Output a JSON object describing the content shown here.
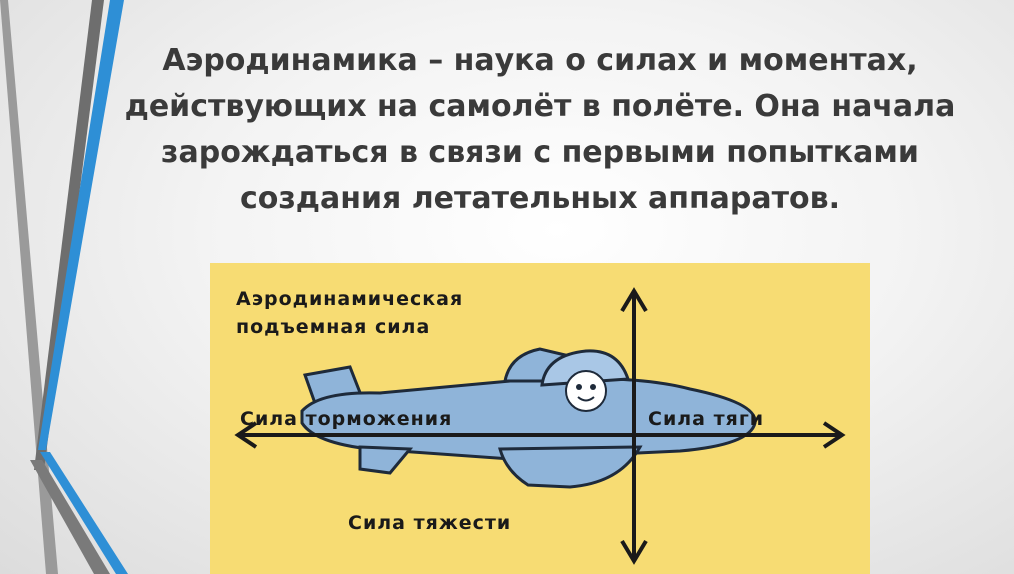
{
  "slide": {
    "text_lines": [
      "Аэродинамика – наука о силах и моментах,",
      "действующих на самолёт в полёте. Она начала",
      "зарождаться в связи с первыми попытками",
      "создания летательных аппаратов."
    ]
  },
  "diagram": {
    "lift_label_line1": "Аэродинамическая",
    "lift_label_line2": "подъемная сила",
    "drag_label": "Сила торможения",
    "thrust_label": "Сила тяги",
    "gravity_label": "Сила тяжести"
  },
  "colors": {
    "accent_blue": "#2e8fd6",
    "accent_gray": "#7a7a7a",
    "diagram_bg": "#f7dc73",
    "plane_body": "#8fb4d9",
    "text": "#3a3a3a"
  }
}
